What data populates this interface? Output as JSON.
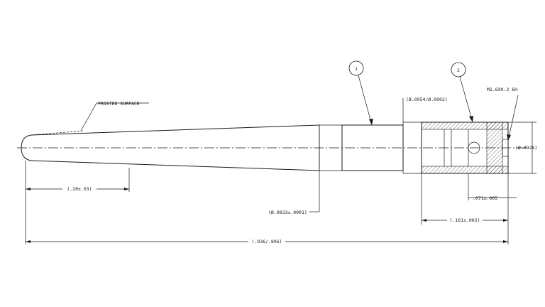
{
  "annotations": {
    "frosted_surface": "FROSTED SURFACE",
    "thread_spec": "M1.6X0.2 6H"
  },
  "dimensions": {
    "tip_length": "(.20±.03)",
    "shaft_diameter": "(Ø.0833±.0001)",
    "overall_length": "(.936/.896)",
    "bore_diameter": "(Ø.0954/Ø.0902)",
    "outer_diameter": "(Ø.0928)",
    "thread_offset": ".071±.005",
    "sleeve_length": "(.161±.002)"
  },
  "balloons": {
    "item1": "1",
    "item2": "2"
  }
}
